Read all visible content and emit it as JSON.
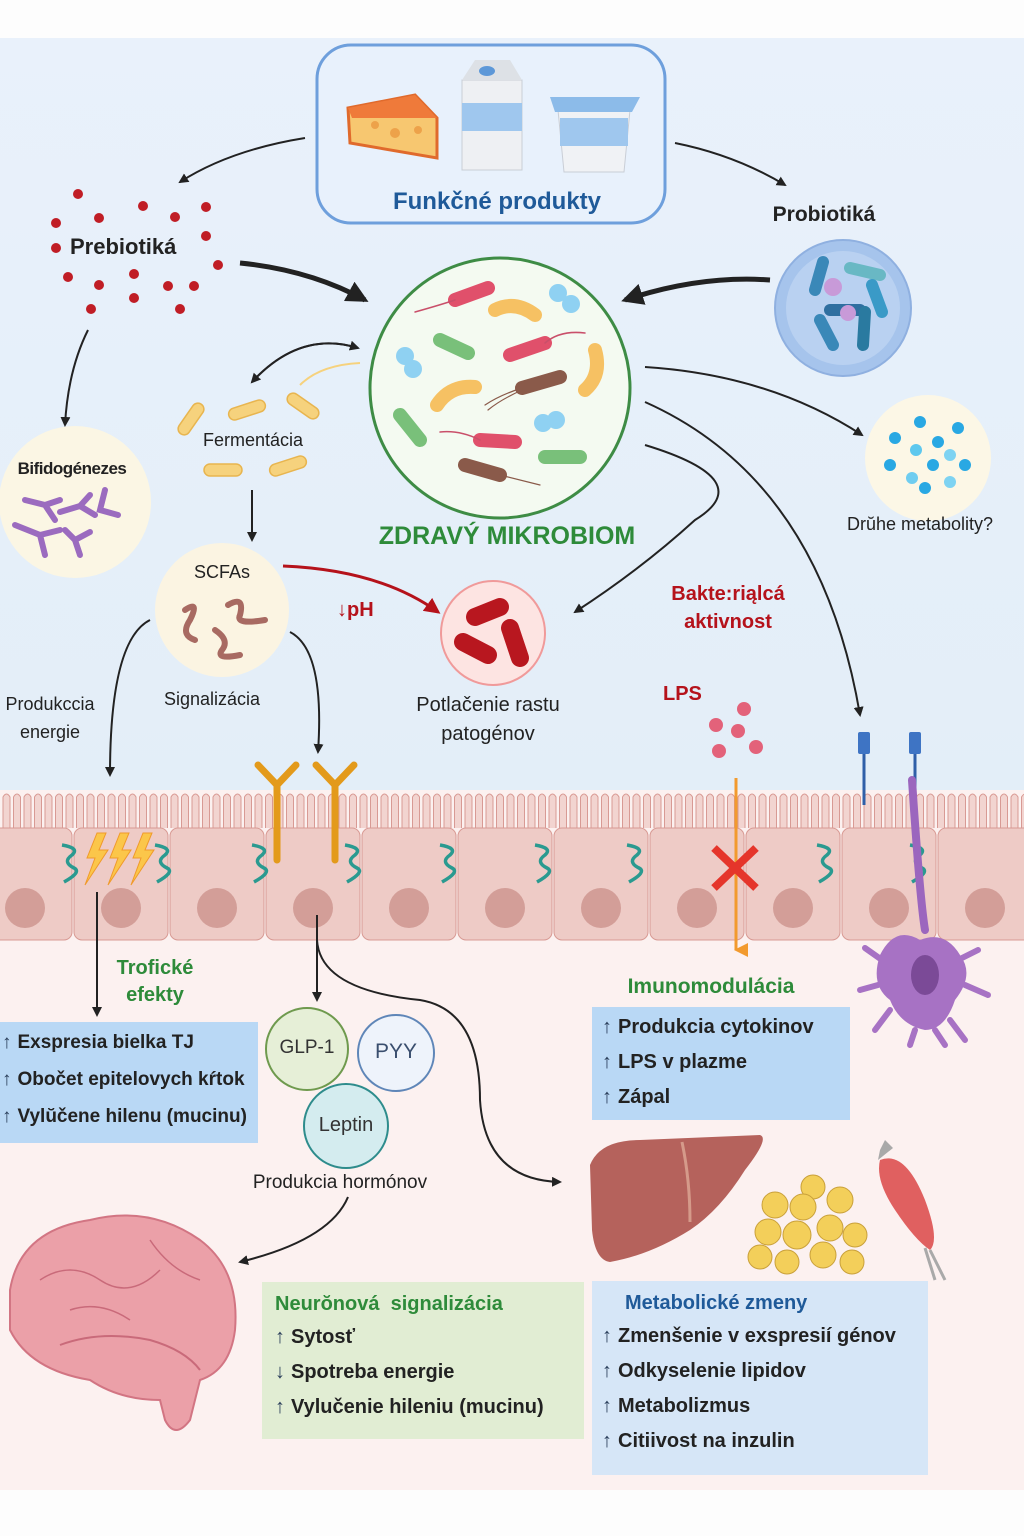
{
  "title_box": {
    "label": "Funkčné produkty"
  },
  "prebiotics": {
    "label": "Prebiotiká"
  },
  "probiotics": {
    "label": "Probiotiká"
  },
  "bifidogenesis": {
    "label": "Bifidogénezes"
  },
  "fermentation": {
    "label": "Fermentácia"
  },
  "microbiome": {
    "label": "ZDRAVÝ MIKROBIOM"
  },
  "secondary_metabolites": {
    "label": "Drŭhe metabolity?"
  },
  "scfas": {
    "label": "SCFAs"
  },
  "ph": {
    "label": "↓pH"
  },
  "pathogen": {
    "label_line1": "Potlačenie rastu",
    "label_line2": "patogénov"
  },
  "bactericidal": {
    "label_line1": "Bakte:riąlcá",
    "label_line2": "aktivnost"
  },
  "lps": {
    "label": "LPS"
  },
  "energy": {
    "label_line1": "Produkccia",
    "label_line2": "energie"
  },
  "signaling": {
    "label": "Signalizácia"
  },
  "trophic": {
    "title_line1": "Trofické",
    "title_line2": "efekty",
    "items": [
      {
        "arrow": "↑",
        "text": "Exspresia bielka TJ"
      },
      {
        "arrow": "↑",
        "text": "Obočet epitelovych kŕtok"
      },
      {
        "arrow": "↑",
        "text": "Vylŭčene hilenu (mucinu)"
      }
    ]
  },
  "hormones": {
    "items": [
      "GLP-1",
      "PYY",
      "Leptin"
    ],
    "caption": "Produkcia hormónov"
  },
  "immunomodulation": {
    "title": "Imunomodulácia",
    "items": [
      {
        "arrow": "↑",
        "text": "Produkcia cytokinov"
      },
      {
        "arrow": "↑",
        "text": "LPS v plazme"
      },
      {
        "arrow": "↑",
        "text": "Zápal"
      }
    ]
  },
  "neuronal": {
    "title": "Neurŏnová  signalizácia",
    "items": [
      {
        "arrow": "↑",
        "text": "Sytosť"
      },
      {
        "arrow": "↓",
        "text": "Spotreba energie"
      },
      {
        "arrow": "↑",
        "text": "Vylučenie hileniu (mucinu)"
      }
    ]
  },
  "metabolic": {
    "title": "Metabolické zmeny",
    "items": [
      {
        "arrow": "↑",
        "text": "Zmenšenie v exspresií génov"
      },
      {
        "arrow": "↑",
        "text": "Odkyselenie lipidov"
      },
      {
        "arrow": "↑",
        "text": "Metabolizmus"
      },
      {
        "arrow": "↑",
        "text": "Citiivost na inzulin"
      }
    ]
  },
  "colors": {
    "green_title": "#2e8b3a",
    "red_label": "#b5121b",
    "blue_title": "#1f5a99",
    "box_blue": "#b9d8f5",
    "box_green": "#e1edd3",
    "box_metabolic": "#d6e6f7"
  }
}
